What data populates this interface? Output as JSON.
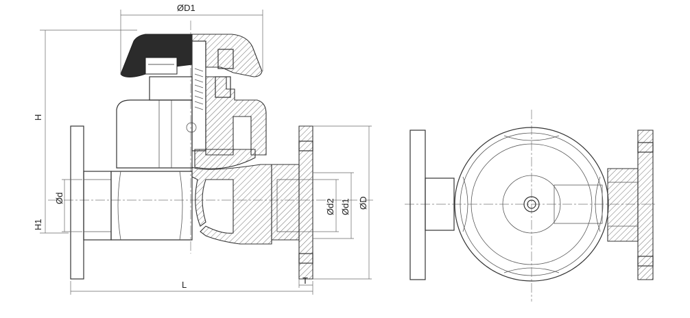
{
  "dimensions": {
    "top_width": "ØD1",
    "height": "H",
    "bore": "Ød",
    "centre_height": "H1",
    "flange_inner": "Ød2",
    "flange_pitch": "Ød1",
    "flange_outer": "ØD",
    "length": "L",
    "flange_thickness": "T"
  },
  "colors": {
    "line": "#333333",
    "handle": "#2b2b2b",
    "background": "#ffffff"
  }
}
